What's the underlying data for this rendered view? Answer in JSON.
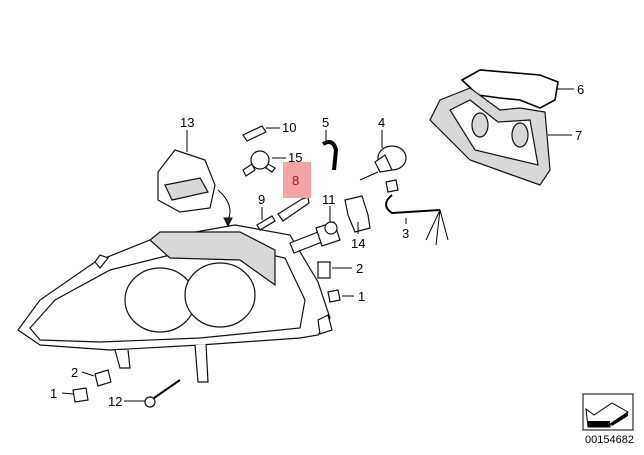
{
  "diagram": {
    "callouts": {
      "c13": "13",
      "c10": "10",
      "c15": "15",
      "c5": "5",
      "c4": "4",
      "c6": "6",
      "c7": "7",
      "c8": "8",
      "c9": "9",
      "c11": "11",
      "c14": "14",
      "c3": "3",
      "c2a": "2",
      "c1a": "1",
      "c2b": "2",
      "c1b": "1",
      "c12": "12"
    },
    "highlighted_part": "8",
    "highlight_color": "#f4a3a8",
    "highlight_text_color": "#8b1a1a",
    "catalog_number": "00154682"
  }
}
